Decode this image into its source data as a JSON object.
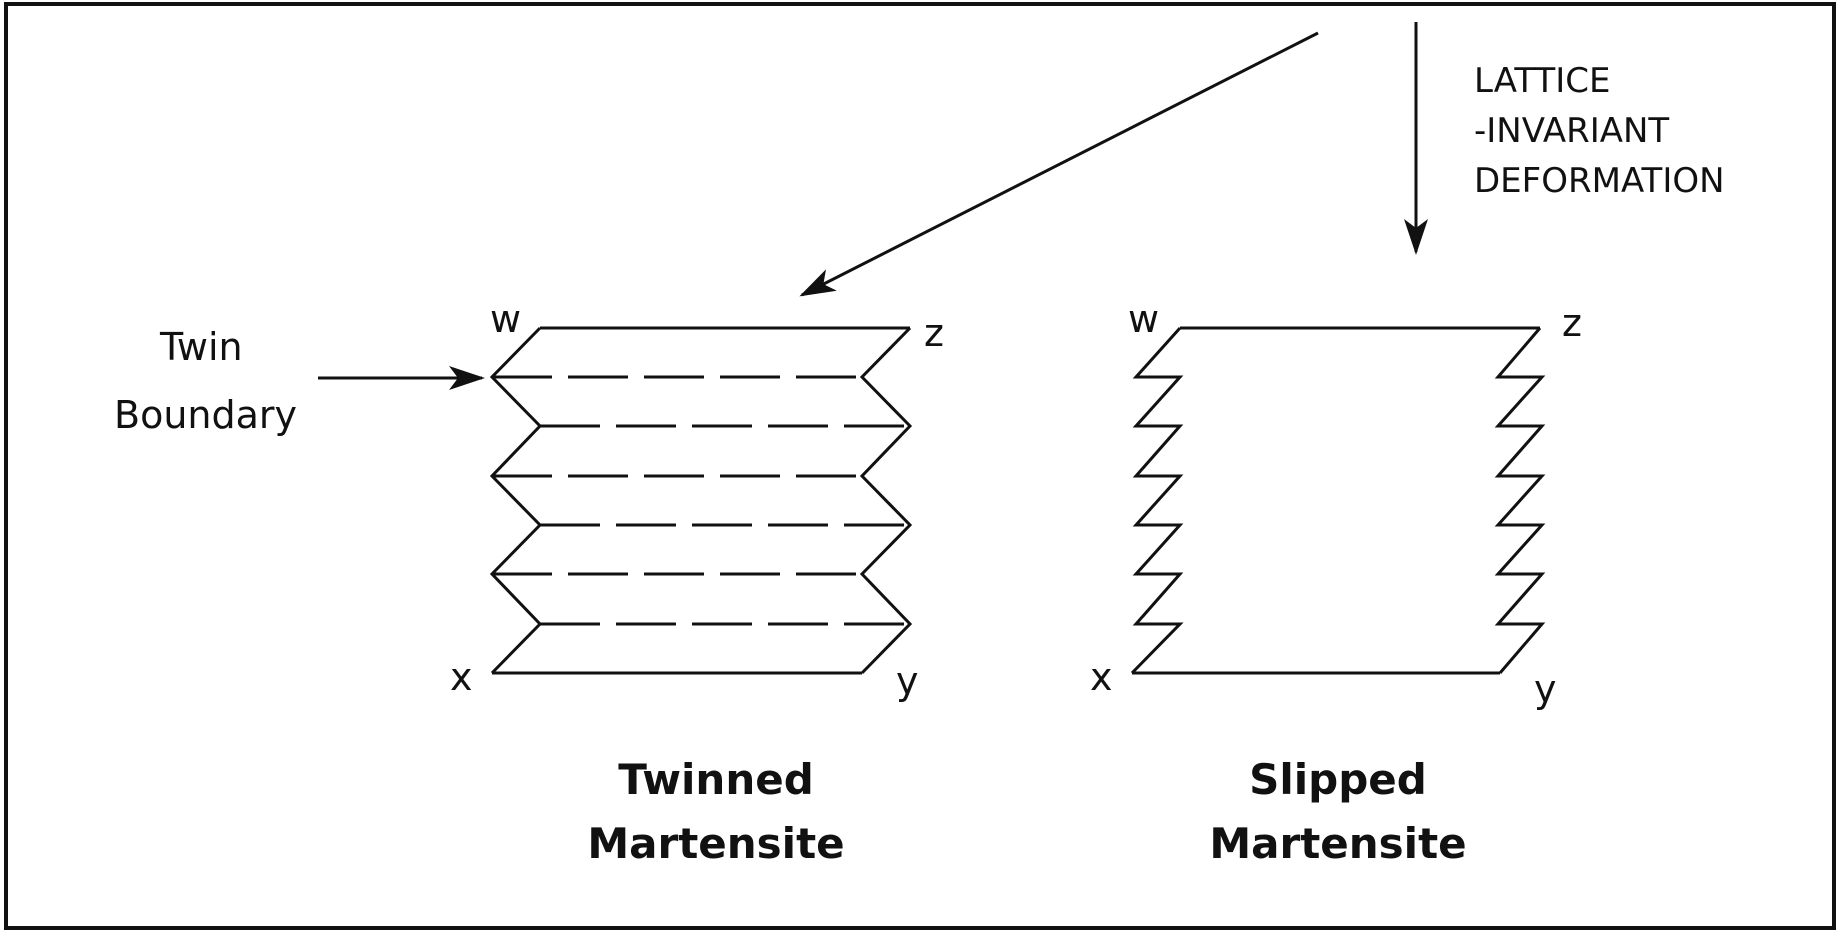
{
  "top_label": {
    "line1": "LATTICE",
    "line2": "-INVARIANT",
    "line3": "DEFORMATION"
  },
  "twin_boundary_label": {
    "line1": "Twin",
    "line2": "Boundary"
  },
  "twinned": {
    "corner_w": "w",
    "corner_z": "z",
    "corner_x": "x",
    "corner_y": "y",
    "caption_line1": "Twinned",
    "caption_line2": "Martensite"
  },
  "slipped": {
    "corner_w": "w",
    "corner_z": "z",
    "corner_x": "x",
    "corner_y": "y",
    "caption_line1": "Slipped",
    "caption_line2": "Martensite"
  }
}
